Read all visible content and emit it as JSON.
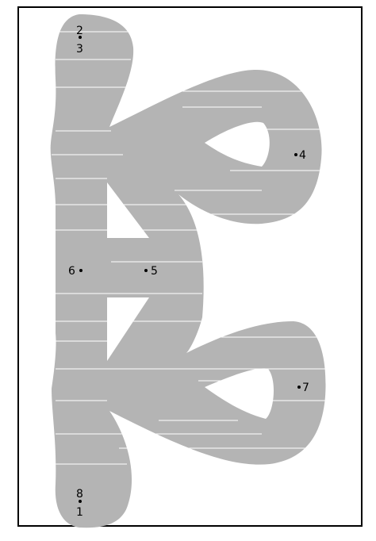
{
  "colors": {
    "shape_fill": "#b4b4b4",
    "hatch": "#ffffff",
    "border": "#000000",
    "point": "#000000"
  },
  "points": [
    {
      "id": "p2",
      "label": "2"
    },
    {
      "id": "p3",
      "label": "3"
    },
    {
      "id": "p4",
      "label": "4"
    },
    {
      "id": "p6",
      "label": "6"
    },
    {
      "id": "p5",
      "label": "5"
    },
    {
      "id": "p7",
      "label": "7"
    },
    {
      "id": "p8",
      "label": "8"
    },
    {
      "id": "p1",
      "label": "1"
    }
  ]
}
